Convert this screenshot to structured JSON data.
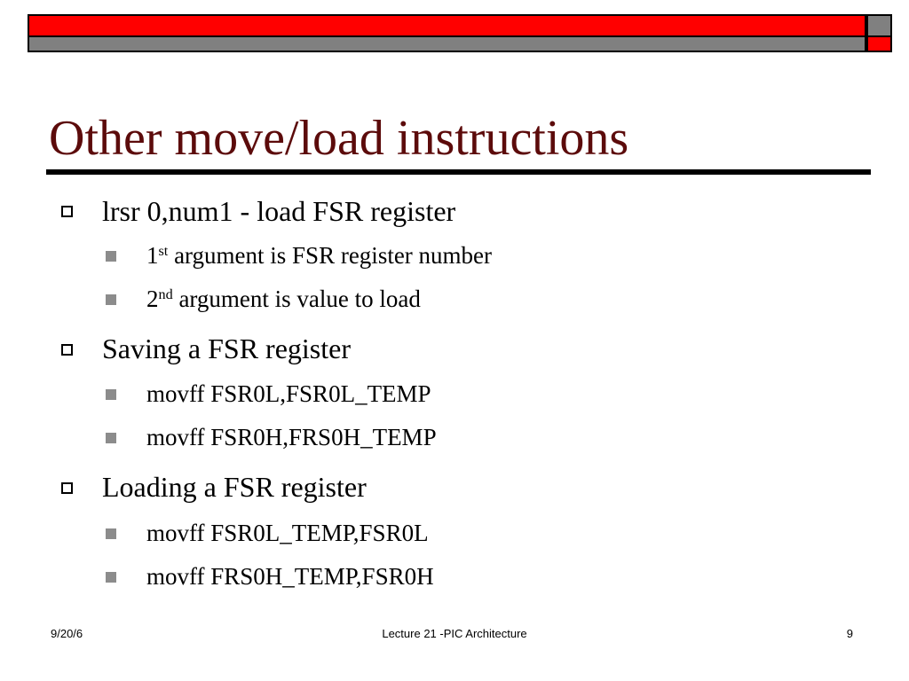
{
  "slide": {
    "title": "Other move/load instructions",
    "bullets": [
      {
        "text": "lrsr  0,num1    - load FSR register",
        "sub": [
          {
            "pre": "1",
            "sup": "st",
            "post": " argument is FSR register number"
          },
          {
            "pre": "2",
            "sup": "nd",
            "post": " argument is value to load"
          }
        ]
      },
      {
        "text": "Saving a FSR register",
        "sub": [
          {
            "text": "movff   FSR0L,FSR0L_TEMP"
          },
          {
            "text": "movff   FSR0H,FRS0H_TEMP"
          }
        ]
      },
      {
        "text": "Loading a FSR register",
        "sub": [
          {
            "text": "movff  FSR0L_TEMP,FSR0L"
          },
          {
            "text": "movff   FRS0H_TEMP,FSR0H"
          }
        ]
      }
    ]
  },
  "footer": {
    "date": "9/20/6",
    "center": "Lecture 21 -PIC Architecture",
    "page": "9"
  },
  "colors": {
    "title": "#5c0b0b",
    "bar_red": "#ff0000",
    "bar_gray": "#808080",
    "sub_bullet": "#8c8c8c"
  }
}
